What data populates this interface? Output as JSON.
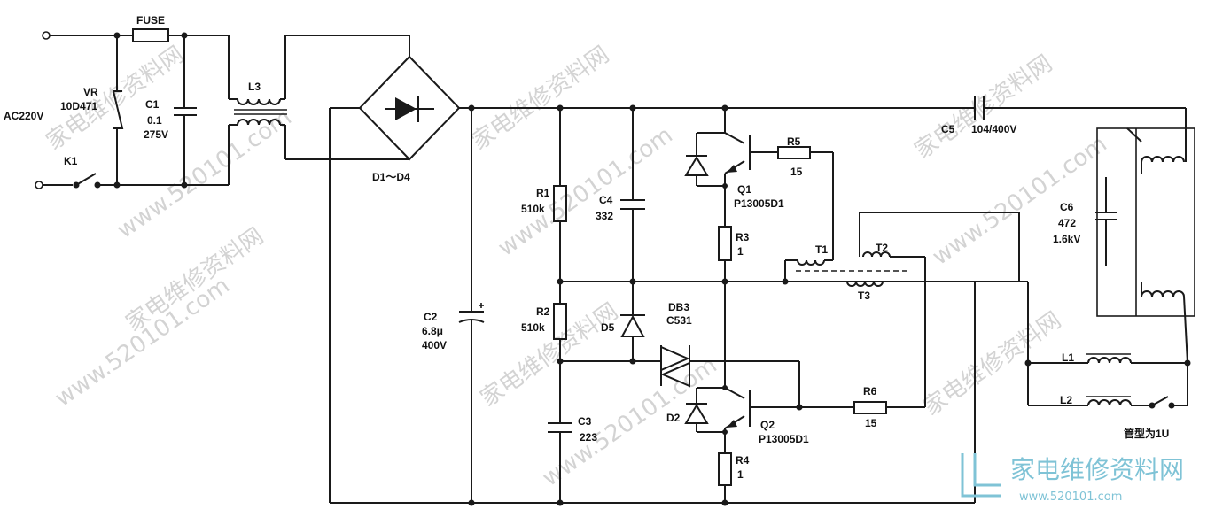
{
  "labels": {
    "ac": "AC220V",
    "k1": "K1",
    "fuse": "FUSE",
    "vr": "VR",
    "vr_val": "10D471",
    "c1": "C1",
    "c1_val": "0.1",
    "c1_v": "275V",
    "l3": "L3",
    "d1d4": "D1～D4",
    "c2": "C2",
    "c2_val": "6.8μ",
    "c2_v": "400V",
    "r1": "R1",
    "r1_val": "510k",
    "r2": "R2",
    "r2_val": "510k",
    "c3": "C3",
    "c3_val": "223",
    "c4": "C4",
    "c4_val": "332",
    "d5": "D5",
    "db3": "DB3",
    "db3_val": "C531",
    "q1": "Q1",
    "q1_val": "P13005D1",
    "q2": "Q2",
    "q2_val": "P13005D1",
    "r3": "R3",
    "r3_val": "1",
    "r4": "R4",
    "r4_val": "1",
    "r5": "R5",
    "r5_val": "15",
    "r6": "R6",
    "r6_val": "15",
    "d2": "D2",
    "t1": "T1",
    "t2": "T2",
    "t3": "T3",
    "c5": "C5",
    "c5_val": "104/400V",
    "c6": "C6",
    "c6_val": "472",
    "c6_v": "1.6kV",
    "l1": "L1",
    "l2": "L2",
    "tube": "管型为1U"
  },
  "watermarks": {
    "cn": "家电维修资料网",
    "url": "www.520101.com"
  },
  "logo": {
    "cn": "家电维修资料网",
    "url": "www.520101.com",
    "color": "#7fc3d6"
  }
}
